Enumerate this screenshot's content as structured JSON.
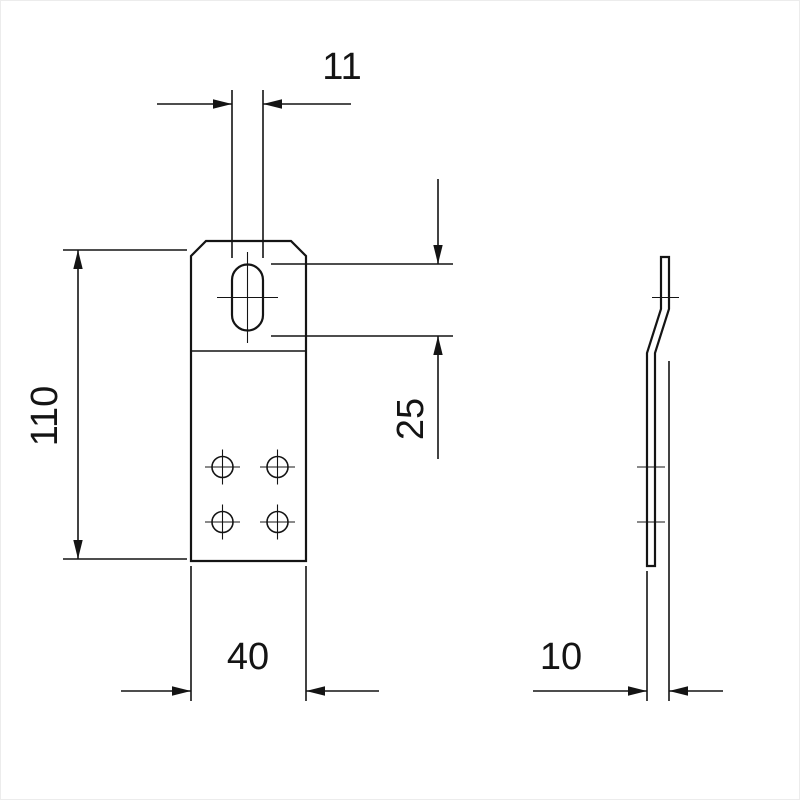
{
  "drawing": {
    "type": "technical-drawing",
    "views": {
      "front": "bracket front view with oblong slot and four round holes",
      "side": "bracket side profile with z-bend offset"
    },
    "dimensions": {
      "slot_width": "11",
      "height": "110",
      "slot_length": "25",
      "width": "40",
      "thickness": "10"
    },
    "colors": {
      "line": "#141414",
      "background": "#ffffff"
    }
  }
}
